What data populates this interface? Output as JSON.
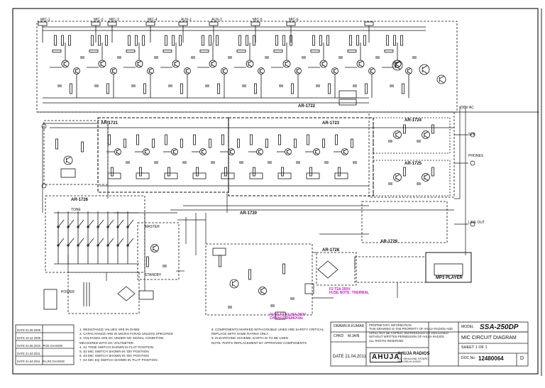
{
  "sheet": {
    "title": "SSA-250DP",
    "doc_type": "MIC CIRCUIT DIAGRAM",
    "sheet_no": "SHEET 1 OF 1",
    "doc_no_label": "DOC No.",
    "doc_no": "12480064",
    "revision": "D",
    "date": "DATE 21.04.2011",
    "brand": "AHUJA",
    "company_name": "AHUJA RADIOS",
    "company_addr": "215, OKHLA IND. ESTATE, NEW DELHI-110020",
    "model_label": "MODEL",
    "drawn_label": "DRAWN",
    "checked_label": "CHKD",
    "drawn_by": "R.KUMAR",
    "checked_by": "M.JAIN"
  },
  "revision_table": [
    {
      "label": "DATE 01.09.2009",
      "value": ""
    },
    {
      "label": "DATE 10.12.2009",
      "value": ""
    },
    {
      "label": "DATE 04.05.2010",
      "value": "PCB CHANGE"
    },
    {
      "label": "DATE 21.04.2011",
      "value": ""
    },
    {
      "label": "DATE 21.04.2011",
      "value": "R1,R3 CHANGE"
    }
  ],
  "notes_left": [
    "1. RESISTANCE VALUES ARE IN OHMS",
    "2. CAPACITANCE ARE IN MICRO FARAD UNLESS SPECIFIED",
    "3. VOLTAGES ARE DC UNDER NO SIGNAL CONDITION",
    "   MEASURED WITH DC VOLTMETER",
    "4. S1 TONE SWITCH SHOWN IN FLAT POSITION",
    "5. S2 MIC SWITCH SHOWN IN 'ON' POSITION",
    "6. S3 MIC SWITCH SHOWN IN 'ON' POSITION",
    "7. S4 MIC EQ SWITCH SHOWN IN 'FLAT' POSITION"
  ],
  "notes_right": [
    "8. COMPONENTS MARKED WITH DOUBLE LINES ARE SAFETY CRITICAL",
    "   REPLACE WITH SAME RATING ONLY",
    "9. IN EARTHING SCHEME, EARTH IS TO BE USED",
    "NOTE: PARTS REPLACEMENT BY APPROVED COMPONENTS"
  ],
  "company_notes": [
    "PROPRIETARY INFORMATION",
    "THIS DRAWING IS THE PROPERTY OF AHUJA RADIOS AND",
    "SHALL NOT BE COPIED, REPRODUCED OR DISCLOSED",
    "WITHOUT WRITTEN PERMISSION OF AHUJA RADIOS",
    "ALL RIGHTS RESERVED"
  ],
  "block_labels": {
    "mic_inputs": [
      "MIC-1",
      "MIC-2",
      "MIC-3",
      "MIC-4",
      "AUX-1",
      "AUX-2",
      "MIC-5",
      "MIC-6"
    ],
    "pcb_top": "AR-1722",
    "pcb_mid_left": "AR-1721",
    "pcb_mid": "AR-1723",
    "pcb_right_a": "AR-1724",
    "pcb_right_b": "AR-1725",
    "pcb_left": "AR-1726",
    "pcb_power": "AR-1728",
    "pcb_amp": "AR-1720",
    "pcb_bottom_right": "AR-1729",
    "mp3": "MP3 PLAYER",
    "power_in": "POWER",
    "ac_mains": "230V AC",
    "speaker_out": "SPK",
    "line_out": "LINE OUT",
    "phones": "PHONES",
    "tone": "TONE",
    "master": "MASTER",
    "fuse_note": "FUSE F2 F1.25A 250V\nCHANGE REMOVAL",
    "fuse_note_2": "F2 T2A 250V\nFUSE NOTE: THERMAL",
    "standby": "STANDBY"
  }
}
